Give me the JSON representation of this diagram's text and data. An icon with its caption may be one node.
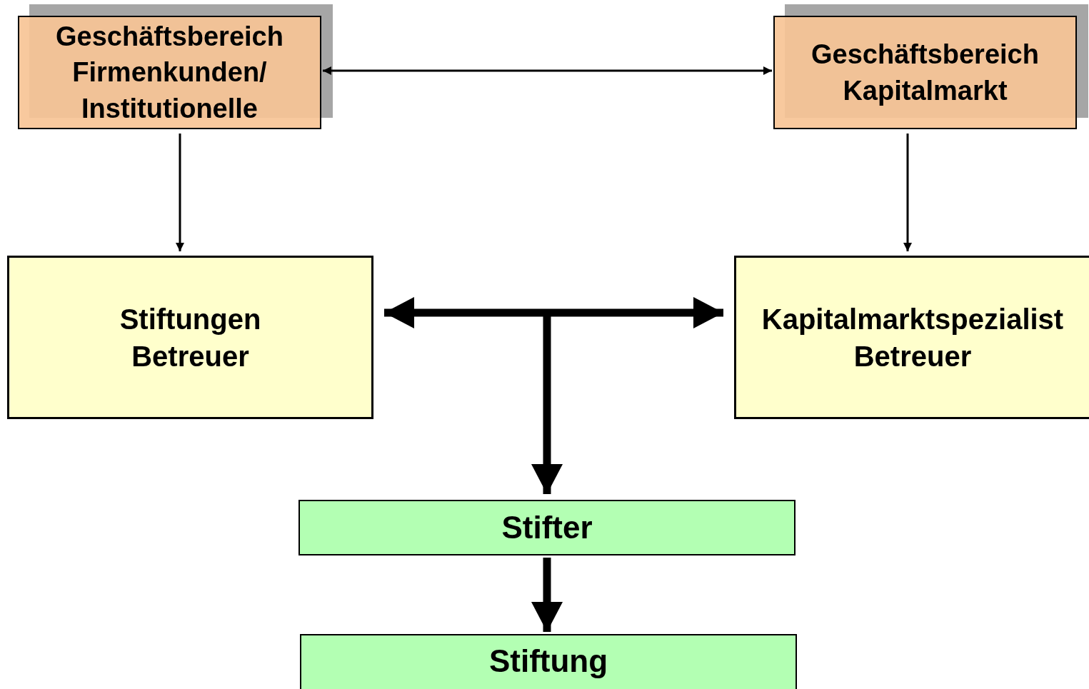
{
  "diagram": {
    "nodes": [
      {
        "text": [
          "Geschäftsbereich Firmenkunden/ Institutionelle"
        ]
      },
      {
        "text": [
          "Geschäftsbereich Kapitalmarkt"
        ]
      },
      {
        "text": [
          "Stiftungen Betreuer"
        ]
      },
      {
        "text": [
          "Kapitalmarktspezialist Betreuer"
        ]
      },
      {
        "text": [
          "Stifter"
        ]
      },
      {
        "text": [
          "Stiftung"
        ]
      }
    ],
    "edges": [
      {
        "from": 0,
        "to": 1,
        "arrow": "both"
      },
      {
        "from": 0,
        "to": 2,
        "arrow": "to"
      },
      {
        "from": 1,
        "to": 3,
        "arrow": "to"
      },
      {
        "from": 2,
        "to": 3,
        "arrow": "both",
        "style": "thick"
      },
      {
        "from": null,
        "to": 4,
        "arrow": "to",
        "style": "thick"
      },
      {
        "from": 4,
        "to": 5,
        "arrow": "to",
        "style": "thick"
      }
    ]
  }
}
